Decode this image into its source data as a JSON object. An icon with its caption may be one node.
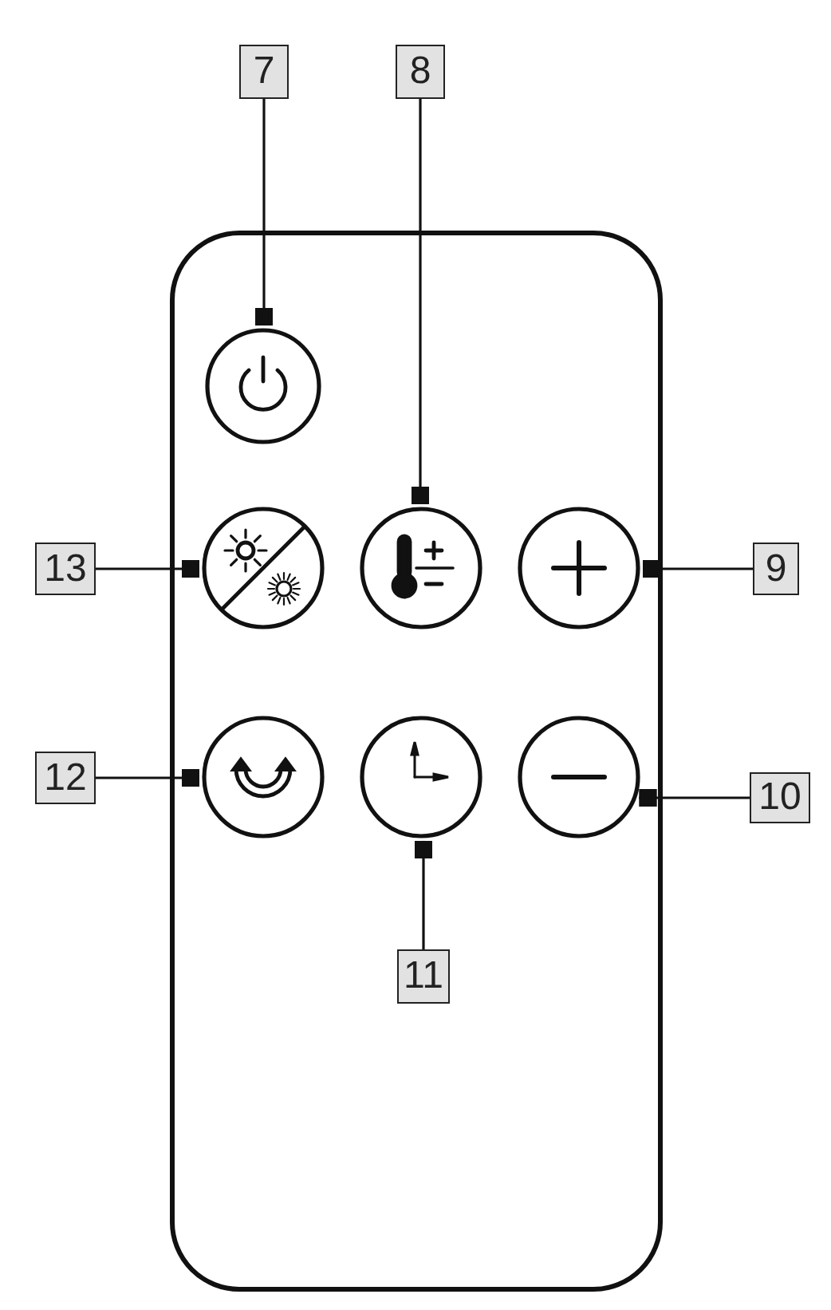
{
  "diagram": {
    "nodes": [
      {
        "text": [
          "7"
        ]
      },
      {
        "text": [
          "8"
        ]
      },
      {
        "text": [],
        "shape": "circle"
      },
      {
        "text": [
          "13"
        ]
      },
      {
        "text": [],
        "shape": "circle"
      },
      {
        "text": [],
        "shape": "circle"
      },
      {
        "text": [],
        "shape": "circle"
      },
      {
        "text": [
          "9"
        ]
      },
      {
        "text": [
          "12"
        ]
      },
      {
        "text": [],
        "shape": "circle"
      },
      {
        "text": [],
        "shape": "circle"
      },
      {
        "text": [],
        "shape": "circle"
      },
      {
        "text": [
          "10"
        ]
      },
      {
        "text": [
          "11"
        ]
      }
    ],
    "edges": [
      {
        "from": 0,
        "to": 2,
        "arrow": "other"
      },
      {
        "from": 1,
        "to": 5,
        "arrow": "other"
      },
      {
        "from": 3,
        "to": 4,
        "arrow": "other"
      },
      {
        "from": 7,
        "to": 6,
        "arrow": "other"
      },
      {
        "from": 8,
        "to": 9,
        "arrow": "other"
      },
      {
        "from": 12,
        "to": 11,
        "arrow": "other"
      },
      {
        "from": 13,
        "to": 10,
        "arrow": "other"
      }
    ]
  }
}
